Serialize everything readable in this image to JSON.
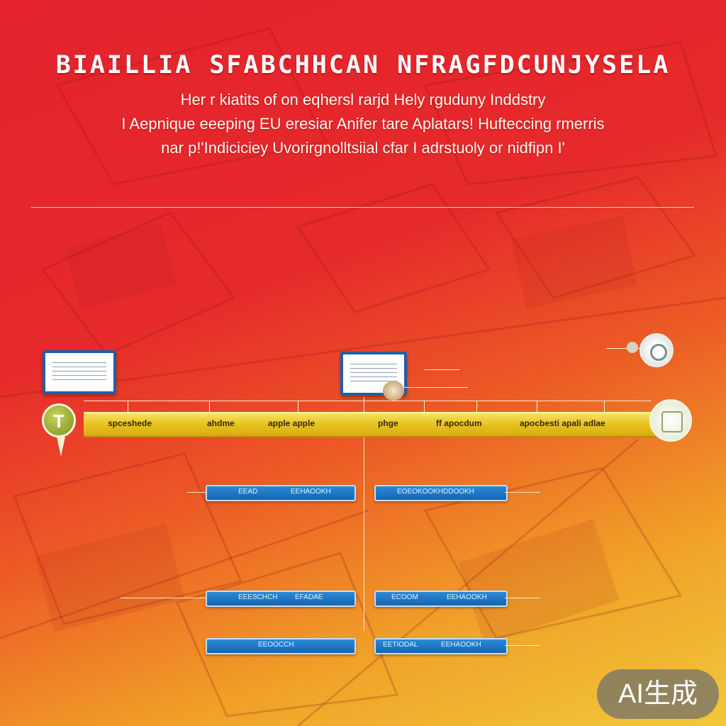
{
  "title": "BIAILLIA SFABCHHCAN NFRAGFDCUNJYSELA",
  "subtitle_lines": [
    "Her r kiatits of on eqhersl rarjd Hely rguduny Inddstry",
    "I Aepnique eeeping EU eresiar Anifer tare Aplatars! Hufteccing rmerris",
    "nar p!'Indiciciey Uvorirgnolltsiial cfar I adrstuoly or nidfipn I'"
  ],
  "timeline": {
    "start_icon": "T",
    "segments": [
      "spceshede",
      "ahdme",
      "apple apple",
      "phge",
      "ff apocdum",
      "apocbesti apali adlae"
    ]
  },
  "lanes": [
    {
      "left": "EEAD",
      "left_right": "EEHAOOKH",
      "right": "EOEOKOOKHDDOOKH"
    },
    {
      "left": "EEESCHCH",
      "left_right": "EFADAE",
      "right": "ECOOM",
      "right_right": "EEHAOOKH"
    },
    {
      "left": "EEOOCCH",
      "right": "EETIODAL",
      "right_right": "EEHAOOKH"
    }
  ],
  "badge": "AI生成",
  "colors": {
    "background_top": "#e4232d",
    "background_bottom": "#f2c83a",
    "timeline_bar": "#e6c21f",
    "pill": "#1b72c0",
    "doc_border": "#1f5faa"
  },
  "icons": [
    "document-icon",
    "start-node-icon",
    "end-node-icon",
    "target-node-icon"
  ]
}
